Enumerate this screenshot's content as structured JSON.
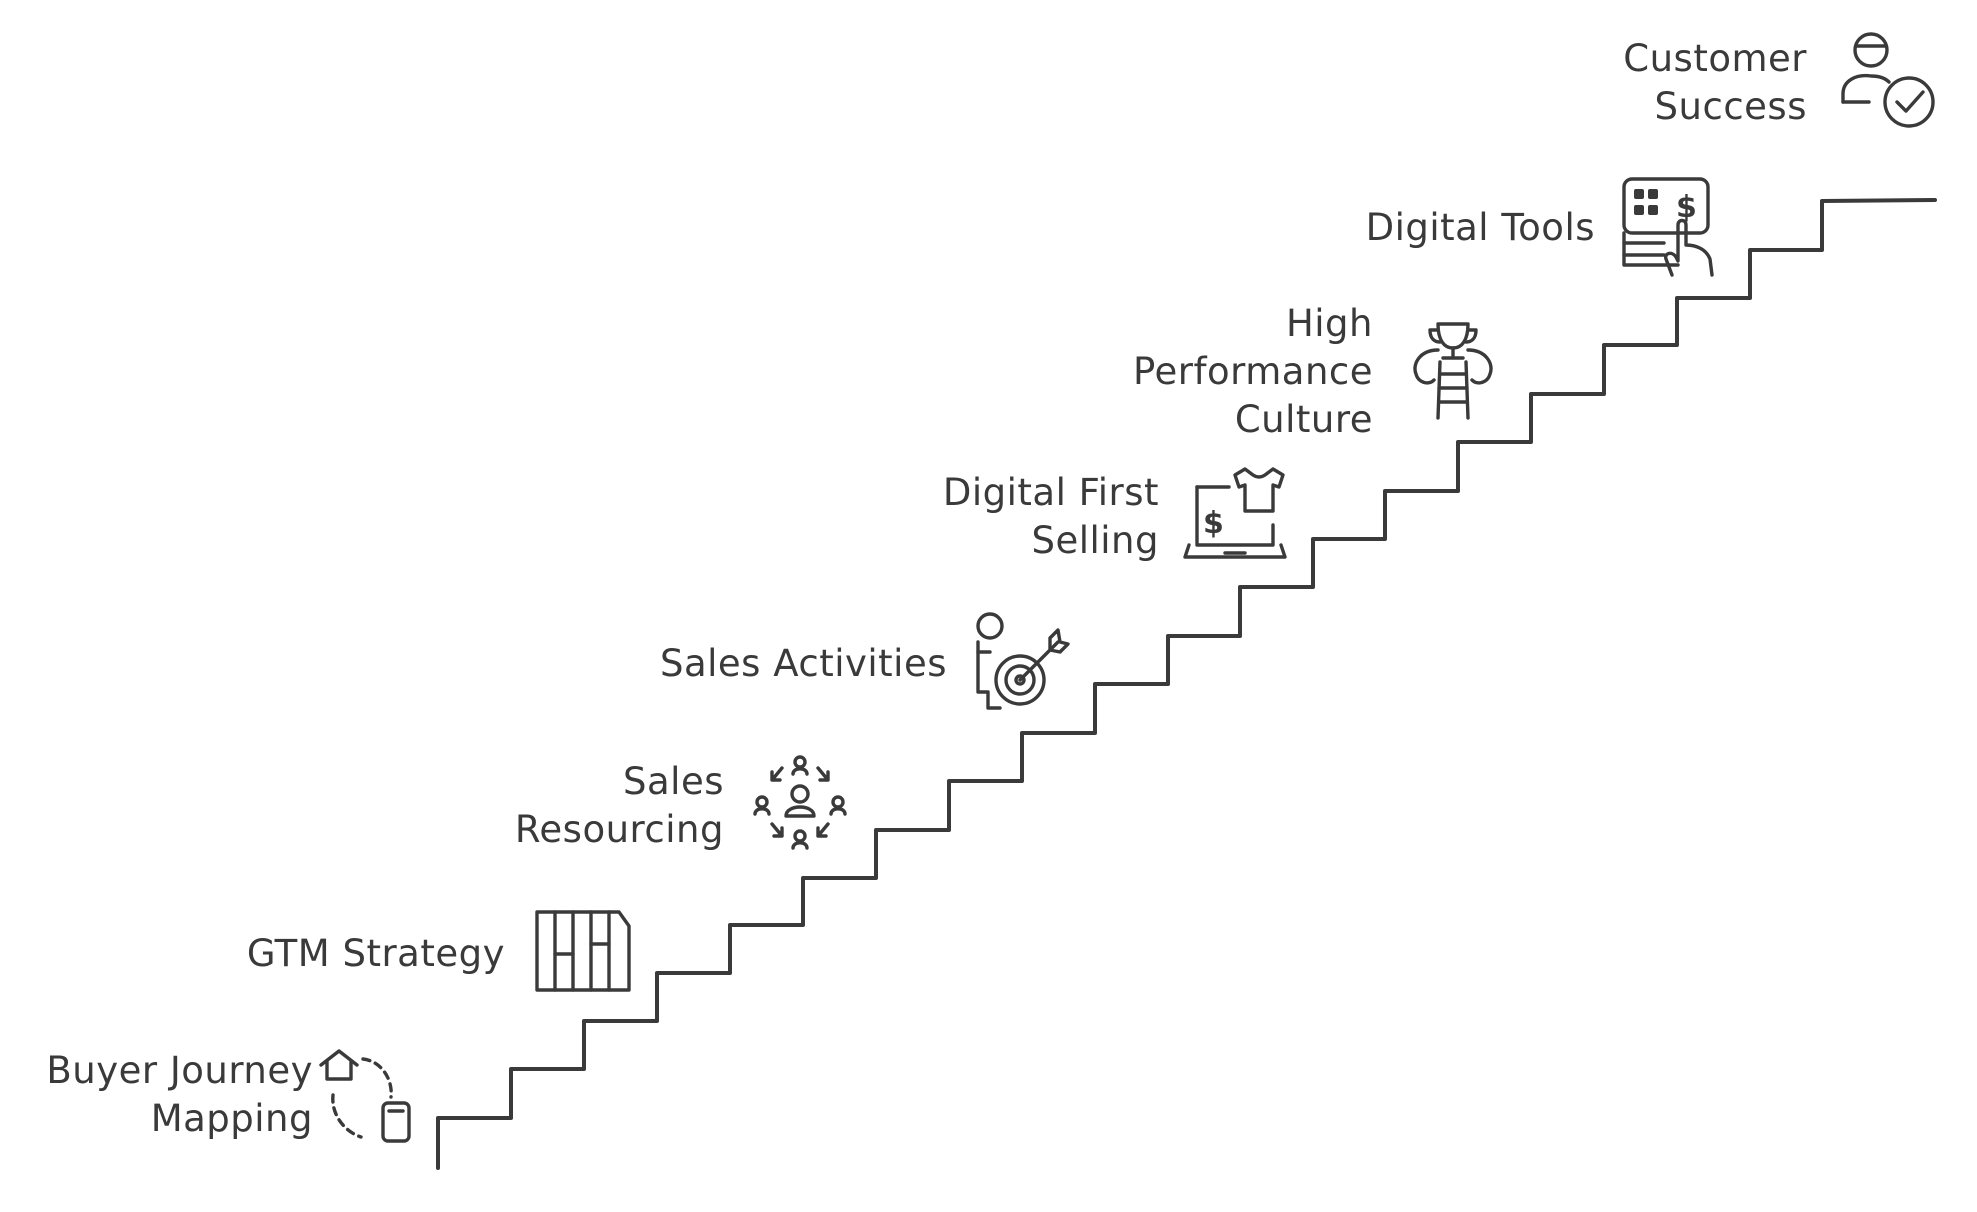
{
  "steps": [
    {
      "lines": [
        "Buyer Journey",
        "Mapping"
      ],
      "icon": "buyer-journey-icon"
    },
    {
      "lines": [
        "GTM Strategy"
      ],
      "icon": "strategy-columns-icon"
    },
    {
      "lines": [
        "Sales",
        "Resourcing"
      ],
      "icon": "team-network-icon"
    },
    {
      "lines": [
        "Sales Activities"
      ],
      "icon": "person-target-icon"
    },
    {
      "lines": [
        "Digital First",
        "Selling"
      ],
      "icon": "laptop-shop-icon"
    },
    {
      "lines": [
        "High",
        "Performance",
        "Culture"
      ],
      "icon": "trophy-ladder-icon"
    },
    {
      "lines": [
        "Digital Tools"
      ],
      "icon": "digital-payment-icon"
    },
    {
      "lines": [
        "Customer",
        "Success"
      ],
      "icon": "customer-check-icon"
    }
  ],
  "colors": {
    "ink": "#3a3a3a",
    "background": "#ffffff"
  }
}
